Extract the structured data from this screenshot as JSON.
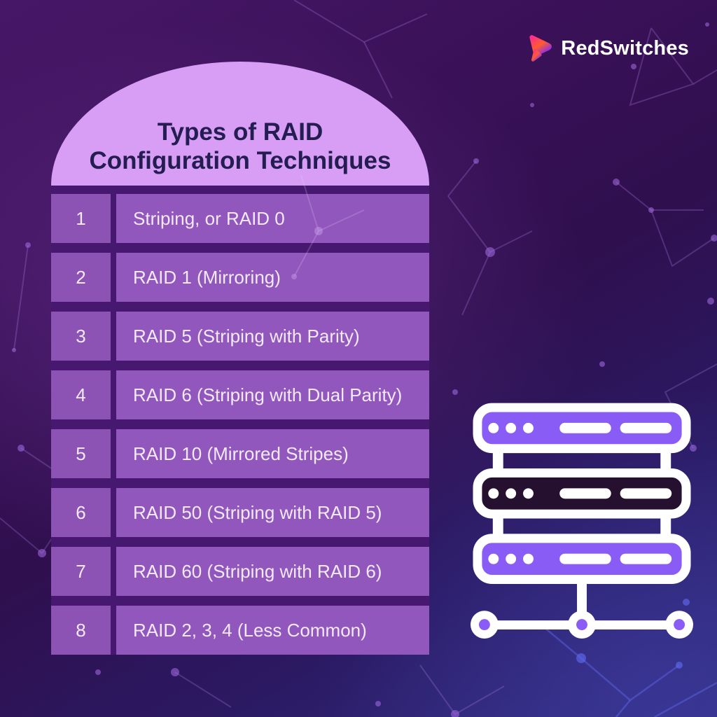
{
  "brand": {
    "name": "RedSwitches"
  },
  "header": {
    "title_line1": "Types of RAID",
    "title_line2": "Configuration Techniques"
  },
  "table": {
    "rows": [
      {
        "num": "1",
        "label": "Striping, or RAID 0"
      },
      {
        "num": "2",
        "label": "RAID 1 (Mirroring)"
      },
      {
        "num": "3",
        "label": "RAID 5 (Striping with Parity)"
      },
      {
        "num": "4",
        "label": "RAID 6 (Striping with Dual Parity)"
      },
      {
        "num": "5",
        "label": "RAID 10 (Mirrored Stripes)"
      },
      {
        "num": "6",
        "label": "RAID 50 (Striping with RAID 5)"
      },
      {
        "num": "7",
        "label": "RAID 60 (Striping with RAID 6)"
      },
      {
        "num": "8",
        "label": "RAID 2, 3, 4 (Less Common)"
      }
    ]
  },
  "icons": {
    "brand_mark": "redswitches-logo-icon",
    "illustration": "server-stack-network-icon",
    "background": "constellation-network-pattern"
  },
  "colors": {
    "dome": "#d89df4",
    "title_text": "#231d51",
    "table_frame": "#471870",
    "row_number_bg": "#9055b7",
    "row_label_bg": "#945ac1",
    "row_text": "#f2eafb",
    "server_violet": "#8a5cf6",
    "server_dark": "#261030",
    "logo_gradient": [
      "#ff2f8e",
      "#ff5b2e",
      "#8a2bf0"
    ],
    "background_top_left": "#471767",
    "background_bottom_right": "#333084"
  }
}
